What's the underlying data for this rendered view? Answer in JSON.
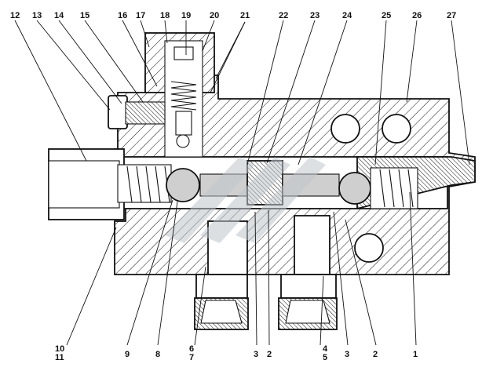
{
  "diagram": {
    "top_labels": [
      "12",
      "13",
      "14",
      "15",
      "16",
      "17",
      "18",
      "19",
      "20",
      "21",
      "22",
      "23",
      "24",
      "25",
      "26",
      "27"
    ],
    "bottom_labels": [
      "10",
      "11",
      "9",
      "8",
      "6",
      "7",
      "3",
      "2",
      "4",
      "5",
      "3",
      "2",
      "1"
    ],
    "colors": {
      "line": "#111111",
      "background": "#ffffff",
      "watermark": "#bfc6cc"
    }
  }
}
